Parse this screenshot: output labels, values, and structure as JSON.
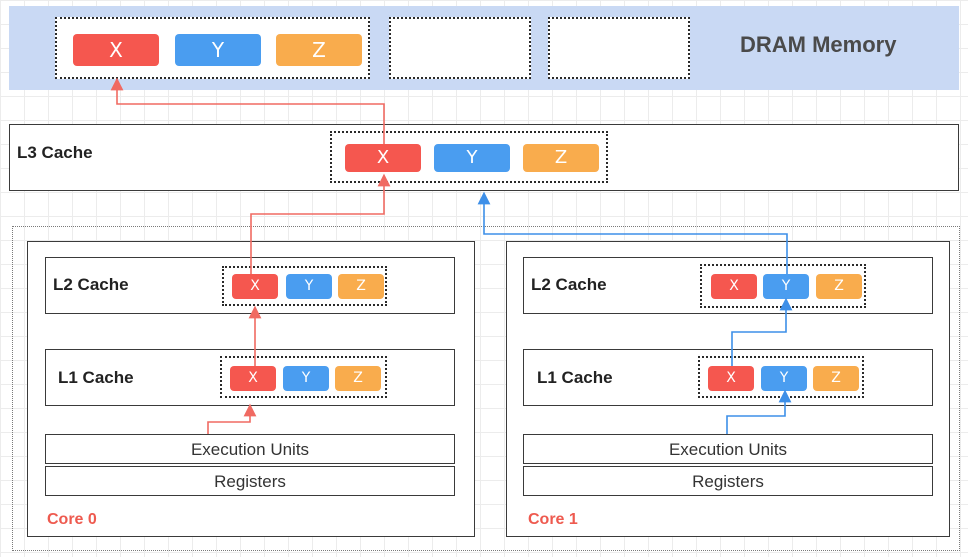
{
  "memory": {
    "title": "DRAM Memory",
    "line": {
      "x": "X",
      "y": "Y",
      "z": "Z"
    }
  },
  "l3": {
    "label": "L3 Cache",
    "line": {
      "x": "X",
      "y": "Y",
      "z": "Z"
    }
  },
  "cores": [
    {
      "label": "Core 0",
      "l2": {
        "label": "L2 Cache",
        "line": {
          "x": "X",
          "y": "Y",
          "z": "Z"
        }
      },
      "l1": {
        "label": "L1 Cache",
        "line": {
          "x": "X",
          "y": "Y",
          "z": "Z"
        }
      },
      "execution_units": "Execution Units",
      "registers": "Registers"
    },
    {
      "label": "Core 1",
      "l2": {
        "label": "L2 Cache",
        "line": {
          "x": "X",
          "y": "Y",
          "z": "Z"
        }
      },
      "l1": {
        "label": "L1 Cache",
        "line": {
          "x": "X",
          "y": "Y",
          "z": "Z"
        }
      },
      "execution_units": "Execution Units",
      "registers": "Registers"
    }
  ],
  "colors": {
    "x_chip": "#f5574f",
    "y_chip": "#4a9df0",
    "z_chip": "#f9ac4d",
    "core0_path": "#f06a62",
    "core1_path": "#3d8fe8",
    "dram_band": "#c9d9f4",
    "core_label": "#ee5a4f"
  }
}
